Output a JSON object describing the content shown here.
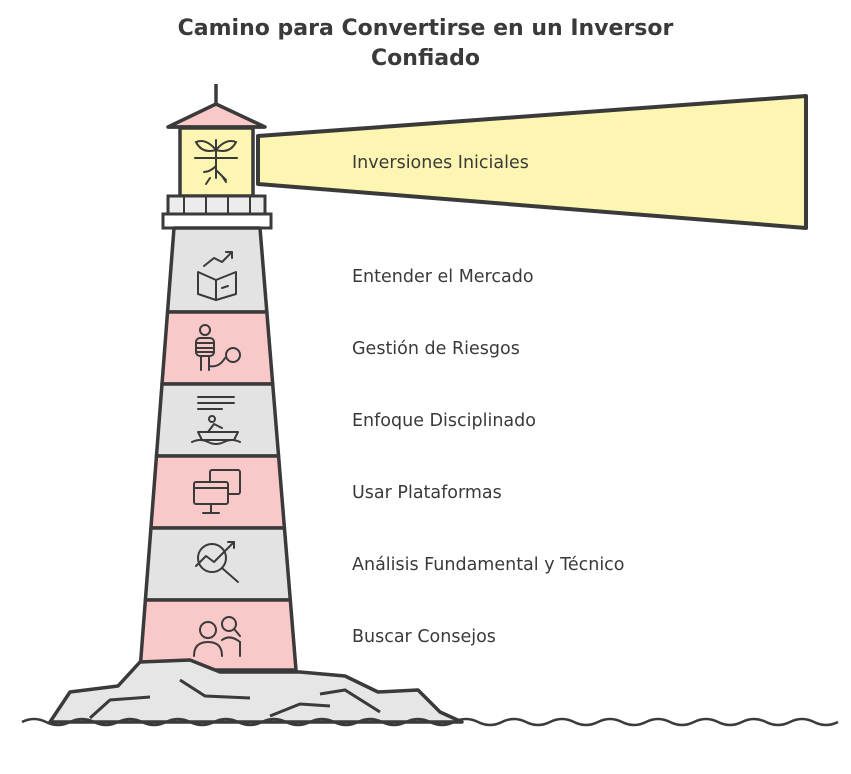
{
  "title": {
    "line1": "Camino para Convertirse en un Inversor",
    "line2": "Confiado"
  },
  "steps": [
    {
      "label": "Inversiones Iniciales",
      "icon": "sprout-icon"
    },
    {
      "label": "Entender el Mercado",
      "icon": "book-growth-icon"
    },
    {
      "label": "Gestión de Riesgos",
      "icon": "prisoner-ball-chain-icon"
    },
    {
      "label": "Enfoque Disciplinado",
      "icon": "rowing-boat-icon"
    },
    {
      "label": "Usar Plataformas",
      "icon": "monitor-window-icon"
    },
    {
      "label": "Análisis Fundamental y Técnico",
      "icon": "magnifier-chart-icon"
    },
    {
      "label": "Buscar Consejos",
      "icon": "advisor-people-icon"
    }
  ],
  "colors": {
    "outline": "#3a3a3a",
    "beam": "#fdf6b2",
    "pink": "#f9c9c9",
    "gray": "#e3e3e3",
    "rock": "#e6e6e6"
  }
}
